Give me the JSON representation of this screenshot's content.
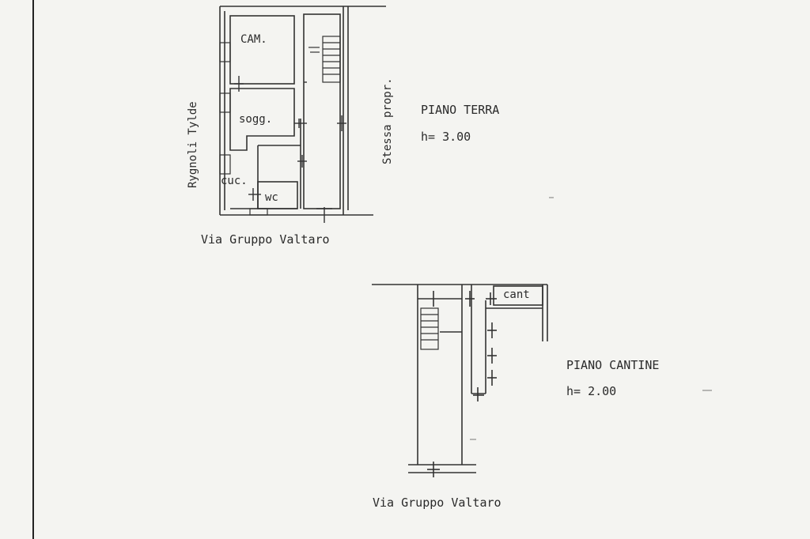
{
  "ground_floor": {
    "rooms": {
      "bedroom": "CAM.",
      "living": "sogg.",
      "kitchen": "cuc.",
      "bathroom": "wc"
    },
    "side_left": "Rygnoli Tylde",
    "side_right": "Stessa propr.",
    "title": "PIANO TERRA",
    "height": "h= 3.00",
    "street": "Via Gruppo Valtaro"
  },
  "cellar_floor": {
    "rooms": {
      "cellar": "cant"
    },
    "title": "PIANO CANTINE",
    "height": "h= 2.00",
    "street": "Via Gruppo Valtaro"
  }
}
